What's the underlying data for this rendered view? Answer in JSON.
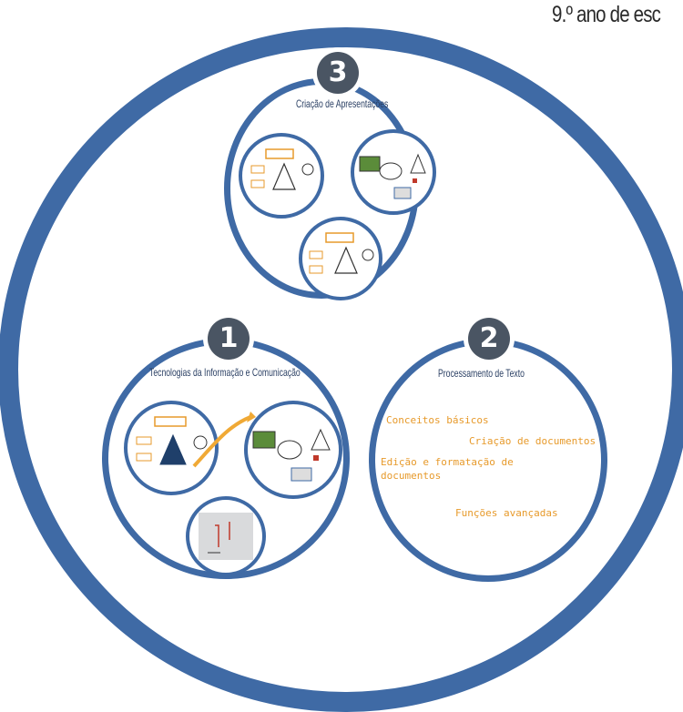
{
  "header": {
    "title": "9.º ano de esc"
  },
  "frames": {
    "f1": {
      "number": "1",
      "title": "Tecnologias da Informação e Comunicação"
    },
    "f2": {
      "number": "2",
      "title": "Processamento de Texto",
      "topics": [
        "Conceitos básicos",
        "Criação de documentos",
        "Edição e formatação de",
        "documentos",
        "Funções avançadas"
      ]
    },
    "f3": {
      "number": "3",
      "title": "Criação de Apresentações"
    }
  },
  "colors": {
    "accent": "#3f6aa5",
    "badge": "#4a5563",
    "orange": "#e79a2b"
  }
}
